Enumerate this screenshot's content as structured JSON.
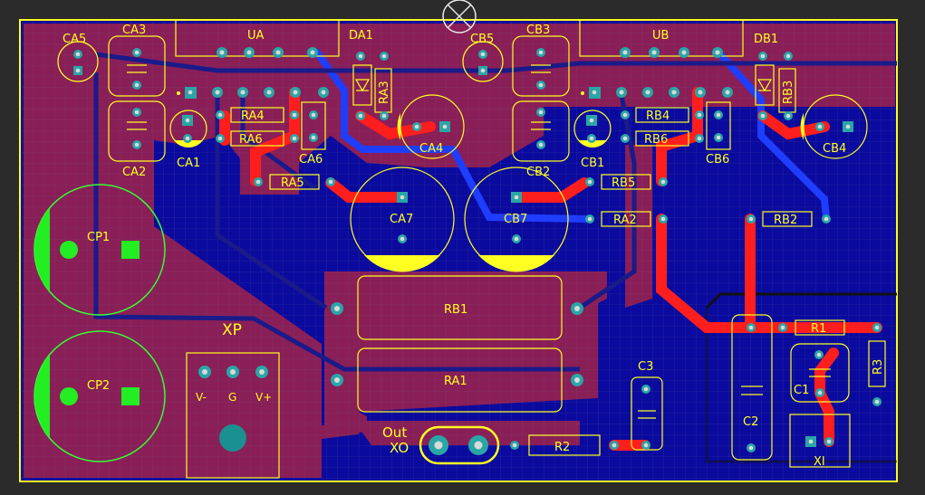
{
  "board": {
    "grid": true,
    "colors": {
      "background": "#2b2b2b",
      "board_outline": "#ffff22",
      "bottom_copper": "#0a0a9e",
      "top_copper_fill": "#8a1e57",
      "top_trace": "#ff1e1e",
      "bottom_trace": "#1f3dff",
      "pad": "#29a6a6",
      "silkscreen": "#ffff22",
      "cap_outline": "#33ff33",
      "cap_fill": "#22ee22"
    }
  },
  "labels": {
    "CA5": "CA5",
    "CA3": "CA3",
    "UA": "UA",
    "DA1": "DA1",
    "CB5": "CB5",
    "CB3": "CB3",
    "UB": "UB",
    "DB1": "DB1",
    "RA3": "RA3",
    "RB3": "RB3",
    "RA4": "RA4",
    "RA6": "RA6",
    "RB4": "RB4",
    "RB6": "RB6",
    "CA1": "CA1",
    "CA2": "CA2",
    "CA4": "CA4",
    "CA6": "CA6",
    "CB1": "CB1",
    "CB2": "CB2",
    "CB4": "CB4",
    "CB6": "CB6",
    "RA5": "RA5",
    "RB5": "RB5",
    "CA7": "CA7",
    "CB7": "CB7",
    "RA2": "RA2",
    "RB2": "RB2",
    "CP1": "CP1",
    "CP2": "CP2",
    "XP": "XP",
    "V-": "V-",
    "G": "G",
    "V+": "V+",
    "RB1": "RB1",
    "RA1": "RA1",
    "C3": "C3",
    "R1": "R1",
    "R3": "R3",
    "C1": "C1",
    "C2": "C2",
    "R2": "R2",
    "Out": "Out",
    "XO": "XO",
    "XI": "XI"
  }
}
